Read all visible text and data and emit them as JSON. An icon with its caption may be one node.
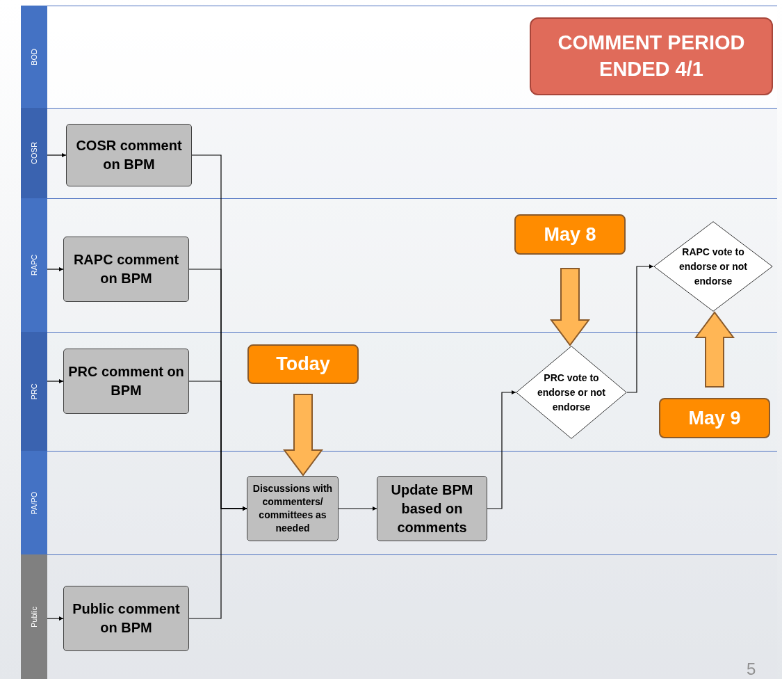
{
  "diagram": {
    "nodes": [
      {
        "text": [
          "BOD"
        ]
      },
      {
        "text": [
          "COSR"
        ]
      },
      {
        "text": [
          "RAPC"
        ]
      },
      {
        "text": [
          "PRC"
        ]
      },
      {
        "text": [
          "PA/PO"
        ]
      },
      {
        "text": [
          "Public"
        ]
      },
      {
        "text": [
          "COMMENT PERIOD ENDED 4/1"
        ],
        "in": 0
      },
      {
        "text": [
          "COSR comment on BPM"
        ],
        "in": 1
      },
      {
        "text": [
          "RAPC comment on BPM"
        ],
        "in": 2
      },
      {
        "text": [
          "May 8"
        ],
        "in": 2
      },
      {
        "text": [
          "RAPC vote to endorse or not endorse"
        ],
        "in": 2
      },
      {
        "text": [
          "PRC comment on BPM"
        ],
        "in": 3
      },
      {
        "text": [
          "Today"
        ],
        "in": 3
      },
      {
        "text": [
          "PRC vote to endorse or not endorse"
        ],
        "in": 3
      },
      {
        "text": [
          "May 9"
        ],
        "in": 3
      },
      {
        "text": [
          "Discussions with commenters/ committees as needed"
        ],
        "in": 4
      },
      {
        "text": [
          "Update BPM based on comments"
        ],
        "in": 4
      },
      {
        "text": [
          "Public comment on BPM"
        ],
        "in": 5
      }
    ],
    "edges": [
      {
        "from": null,
        "to": 7,
        "arrow": "to"
      },
      {
        "from": null,
        "to": 8,
        "arrow": "to"
      },
      {
        "from": null,
        "to": 11,
        "arrow": "to"
      },
      {
        "from": null,
        "to": 17,
        "arrow": "to"
      },
      {
        "from": 7,
        "to": 15,
        "arrow": "to"
      },
      {
        "from": 8,
        "to": 15,
        "arrow": "to"
      },
      {
        "from": 11,
        "to": 15,
        "arrow": "to"
      },
      {
        "from": 17,
        "to": 15,
        "arrow": "to"
      },
      {
        "from": 15,
        "to": 16,
        "arrow": "to"
      },
      {
        "from": 16,
        "to": 13,
        "arrow": "to"
      },
      {
        "from": 13,
        "to": 10,
        "arrow": "to"
      },
      {
        "from": 12,
        "to": 15,
        "arrow": "to",
        "style": "thick",
        "color": "#ffb655"
      },
      {
        "from": 9,
        "to": 13,
        "arrow": "to",
        "style": "thick",
        "color": "#ffb655"
      },
      {
        "from": 14,
        "to": 10,
        "arrow": "to",
        "style": "thick",
        "color": "#ffb655"
      }
    ],
    "labels": [
      "5"
    ]
  }
}
